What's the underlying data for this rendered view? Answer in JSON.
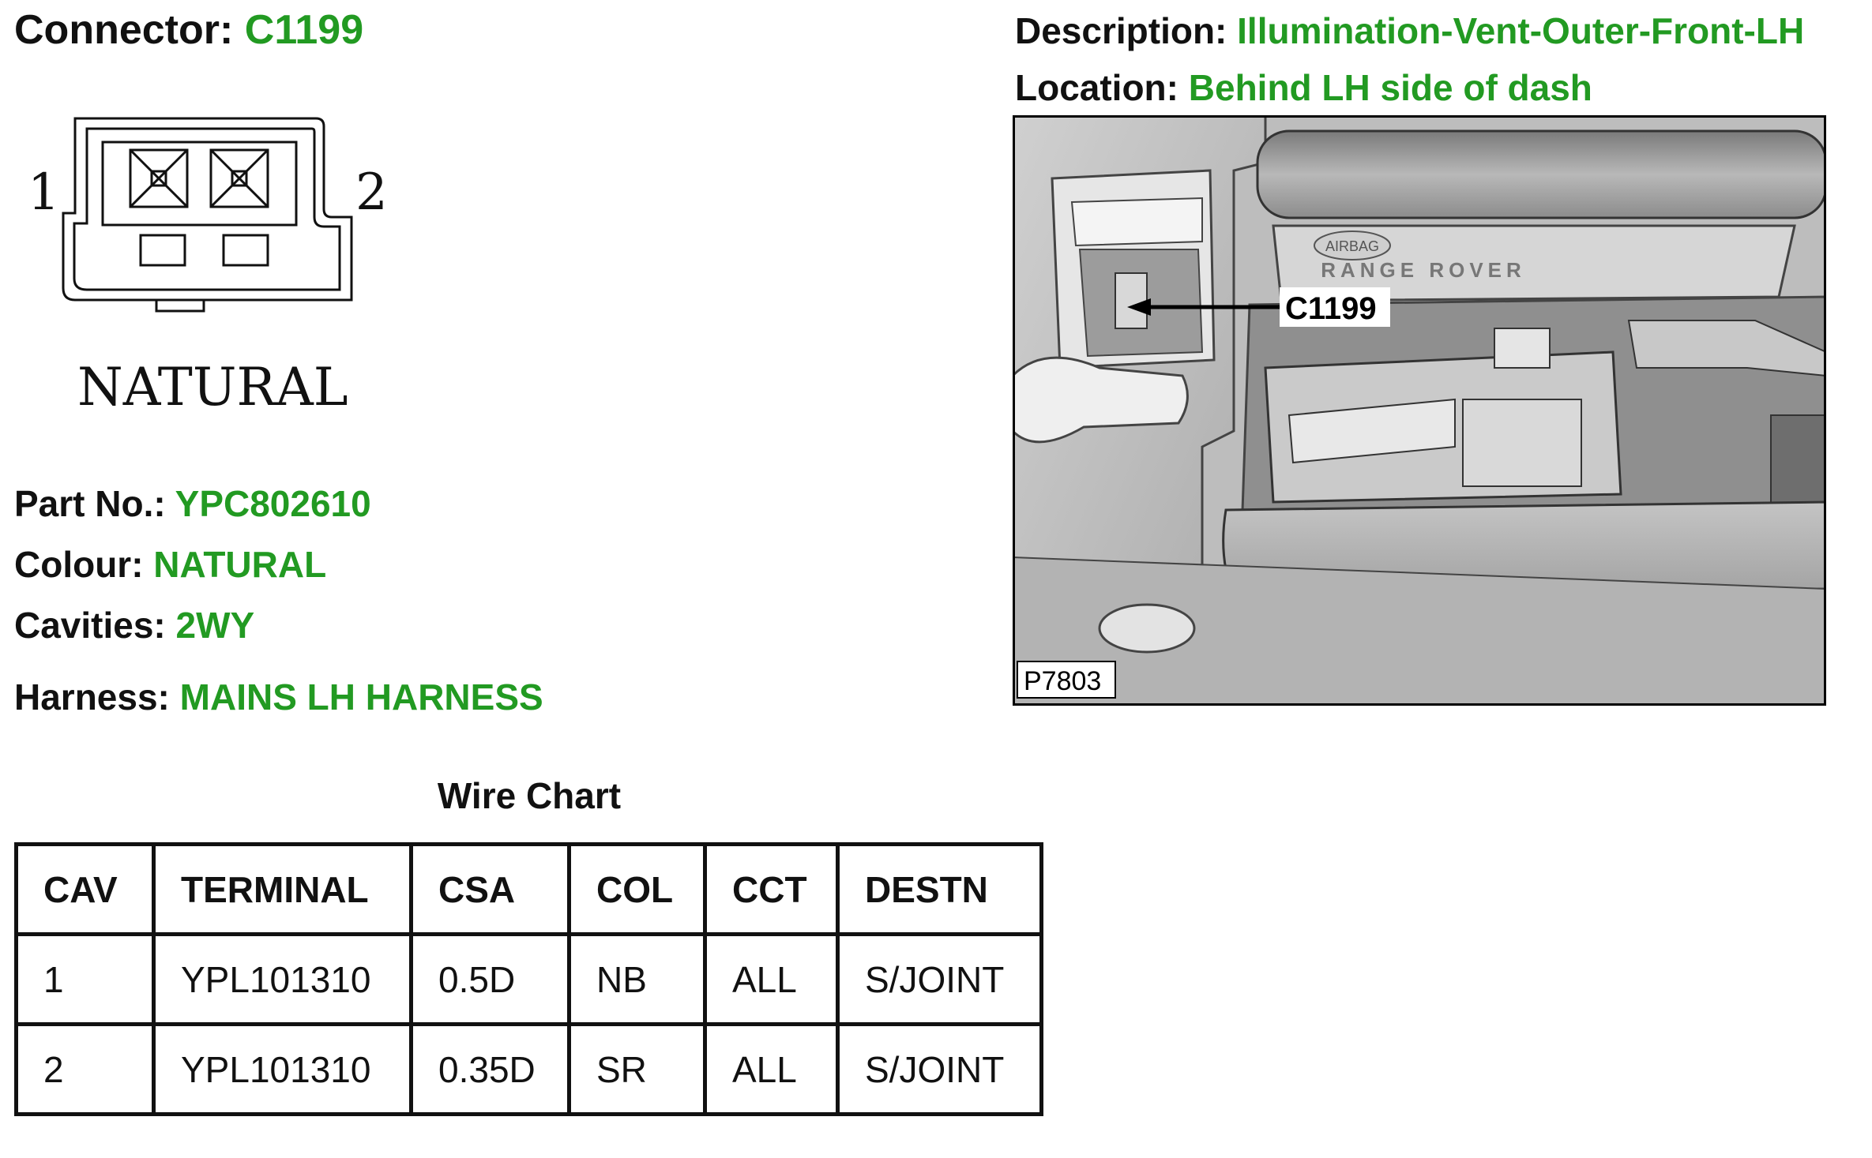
{
  "header": {
    "connector_label": "Connector:",
    "connector_value": "C1199",
    "description_label": "Description:",
    "description_value": "Illumination-Vent-Outer-Front-LH",
    "location_label": "Location:",
    "location_value": "Behind LH side of dash"
  },
  "connector_diagram": {
    "pin_left": "1",
    "pin_right": "2",
    "colour_text": "NATURAL"
  },
  "details": {
    "part_label": "Part No.:",
    "part_value": "YPC802610",
    "colour_label": "Colour:",
    "colour_value": "NATURAL",
    "cavities_label": "Cavities:",
    "cavities_value": "2WY",
    "harness_label": "Harness:",
    "harness_value": "MAINS LH HARNESS"
  },
  "photo": {
    "callout": "C1199",
    "figure_id": "P7803",
    "badge_text": "AIRBAG",
    "brand_text": "RANGE ROVER"
  },
  "wire_chart": {
    "title": "Wire Chart",
    "columns": [
      "CAV",
      "TERMINAL",
      "CSA",
      "COL",
      "CCT",
      "DESTN"
    ],
    "rows": [
      [
        "1",
        "YPL101310",
        "0.5D",
        "NB",
        "ALL",
        "S/JOINT"
      ],
      [
        "2",
        "YPL101310",
        "0.35D",
        "SR",
        "ALL",
        "S/JOINT"
      ]
    ]
  },
  "colors": {
    "value_green": "#229a22",
    "text_black": "#111111"
  }
}
